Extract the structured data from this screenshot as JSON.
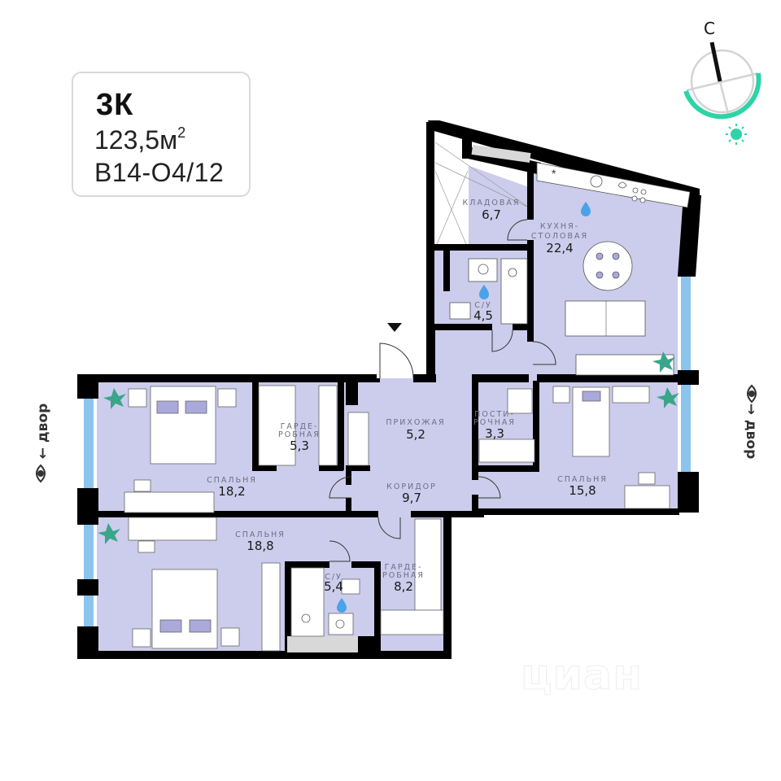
{
  "info": {
    "type": "3К",
    "area_value": "123,5м",
    "area_sup": "2",
    "code": "В14-О4/12"
  },
  "compass": {
    "north_label": "С",
    "accent_color": "#2fd3a8",
    "sun_icon": "sun-icon"
  },
  "orientation": {
    "left": {
      "icon": "eye-icon",
      "arrow": "←",
      "label": "двор"
    },
    "right": {
      "icon": "eye-icon",
      "arrow": "→",
      "label": "двор"
    }
  },
  "entrance_marker": "▼",
  "rooms": [
    {
      "id": "storage",
      "name_lines": [
        "КЛАДОВАЯ"
      ],
      "area": "6,7"
    },
    {
      "id": "kitchen",
      "name_lines": [
        "КУХНЯ-",
        "СТОЛОВАЯ"
      ],
      "area": "22,4"
    },
    {
      "id": "bath1",
      "name_lines": [
        "С/У"
      ],
      "area": "4,5"
    },
    {
      "id": "hall",
      "name_lines": [
        "ПРИХОЖАЯ"
      ],
      "area": "5,2"
    },
    {
      "id": "laundry",
      "name_lines": [
        "ПОСТИ-",
        "РОЧНАЯ"
      ],
      "area": "3,3"
    },
    {
      "id": "corridor",
      "name_lines": [
        "КОРИДОР"
      ],
      "area": "9,7"
    },
    {
      "id": "wardrobe1",
      "name_lines": [
        "ГАРДЕ-",
        "РОБНАЯ"
      ],
      "area": "5,3"
    },
    {
      "id": "bedroom1",
      "name_lines": [
        "СПАЛЬНЯ"
      ],
      "area": "18,2"
    },
    {
      "id": "bedroom2",
      "name_lines": [
        "СПАЛЬНЯ"
      ],
      "area": "15,8"
    },
    {
      "id": "bedroom3",
      "name_lines": [
        "СПАЛЬНЯ"
      ],
      "area": "18,8"
    },
    {
      "id": "bath2",
      "name_lines": [
        "С/У"
      ],
      "area": "5,4"
    },
    {
      "id": "wardrobe2",
      "name_lines": [
        "ГАРДЕ-",
        "РОБНАЯ"
      ],
      "area": "8,2"
    }
  ],
  "colors": {
    "floor": "#ccccec",
    "wall": "#000000",
    "window": "#8cc4ee",
    "water": "#4aa3e8",
    "plant": "#3aa58a",
    "pillow": "#a9a9dc"
  },
  "watermark": "циан"
}
